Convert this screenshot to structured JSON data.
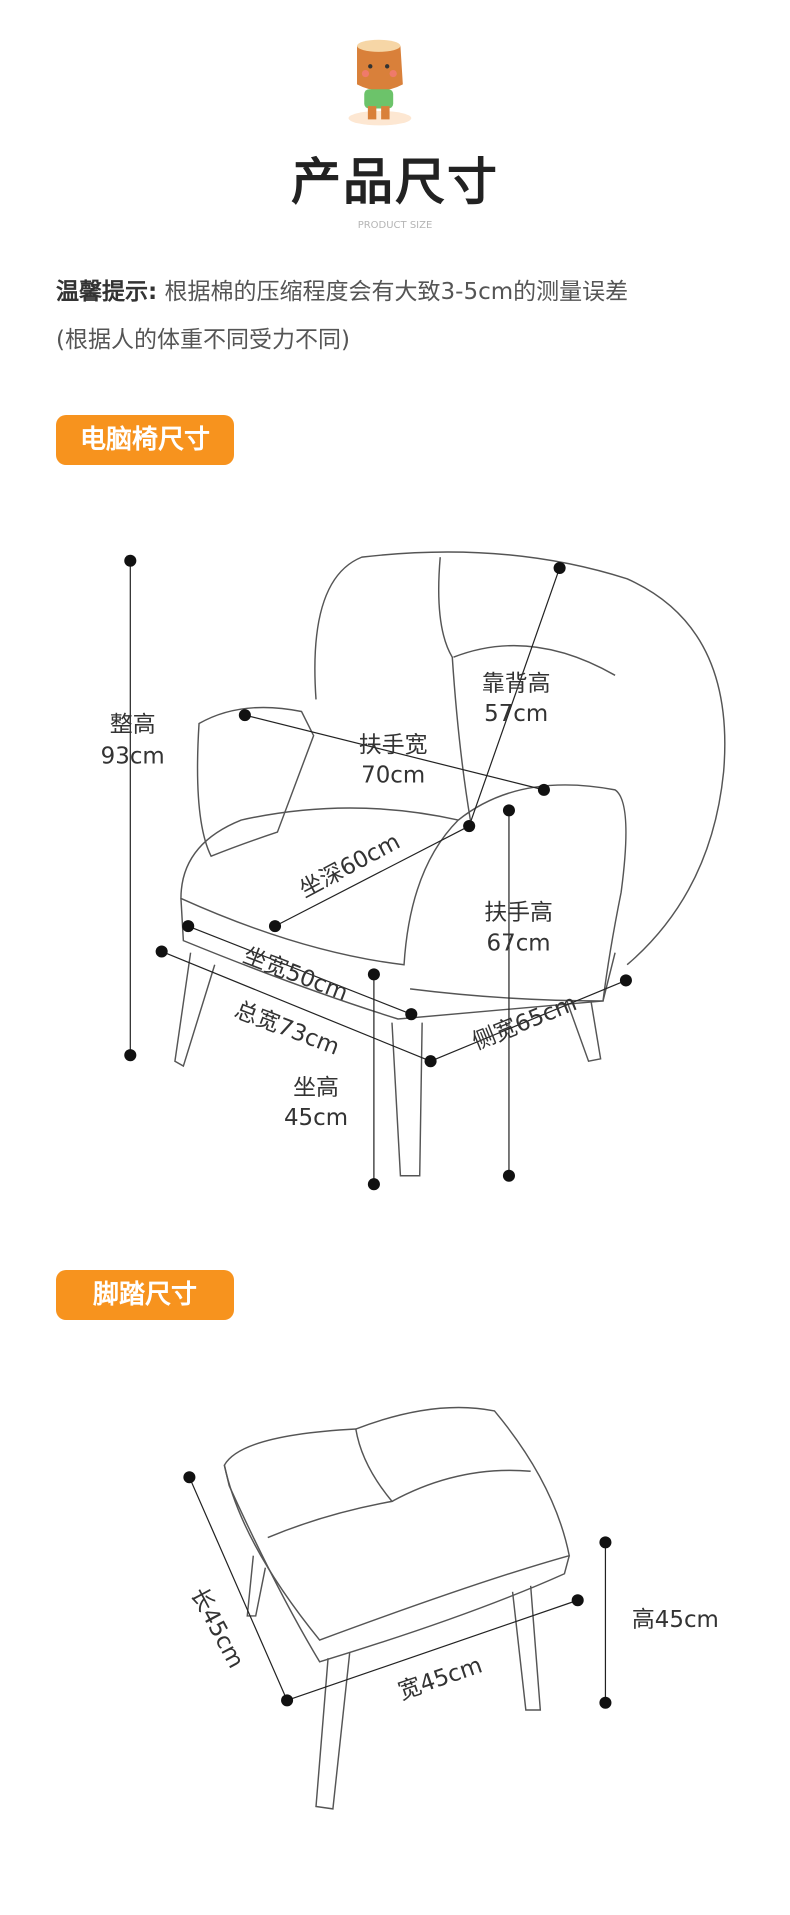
{
  "header": {
    "title": "产品尺寸",
    "subtitle": "PRODUCT SIZE"
  },
  "tip": {
    "label": "温馨提示:",
    "text": "根据棉的压缩程度会有大致3-5cm的测量误差",
    "note": "(根据人的体重不同受力不同)"
  },
  "sections": [
    {
      "label": "电脑椅尺寸"
    },
    {
      "label": "脚踏尺寸"
    }
  ],
  "chair_dims": {
    "total_height": {
      "name": "整高",
      "value": "93cm"
    },
    "back_height": {
      "name": "靠背高",
      "value": "57cm"
    },
    "arm_width": {
      "name": "扶手宽",
      "value": "70cm"
    },
    "seat_depth": "坐深60cm",
    "arm_height": {
      "name": "扶手高",
      "value": "67cm"
    },
    "seat_width": "坐宽50cm",
    "total_width": "总宽73cm",
    "side_width": "侧宽65cm",
    "seat_height": {
      "name": "坐高",
      "value": "45cm"
    }
  },
  "ottoman_dims": {
    "length": "长45cm",
    "width": "宽45cm",
    "height": "高45cm"
  },
  "colors": {
    "accent": "#f7931e"
  }
}
